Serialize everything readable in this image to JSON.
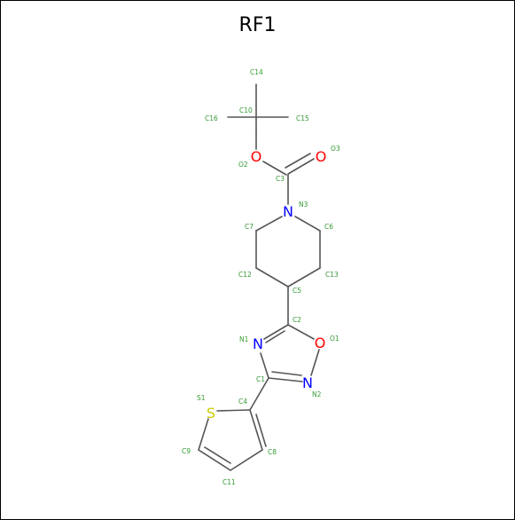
{
  "title": "RF1",
  "colors": {
    "bond": "#555555",
    "oxygen": "#ff0000",
    "nitrogen": "#0000ff",
    "sulfur": "#cccc00",
    "label": "#339933"
  },
  "element_symbols": {
    "o2": "O",
    "o3": "O",
    "n3": "N",
    "n1": "N",
    "o1": "O",
    "n2": "N",
    "s1": "S"
  },
  "atom_labels": {
    "c14": "C14",
    "c10": "C10",
    "c16": "C16",
    "c15": "C15",
    "o2": "O2",
    "o3": "O3",
    "c3": "C3",
    "n3": "N3",
    "c7": "C7",
    "c6": "C6",
    "c12": "C12",
    "c13": "C13",
    "c5": "C5",
    "c2": "C2",
    "n1": "N1",
    "o1": "O1",
    "c1": "C1",
    "n2": "N2",
    "s1": "S1",
    "c4": "C4",
    "c9": "C9",
    "c8": "C8",
    "c11": "C11"
  }
}
